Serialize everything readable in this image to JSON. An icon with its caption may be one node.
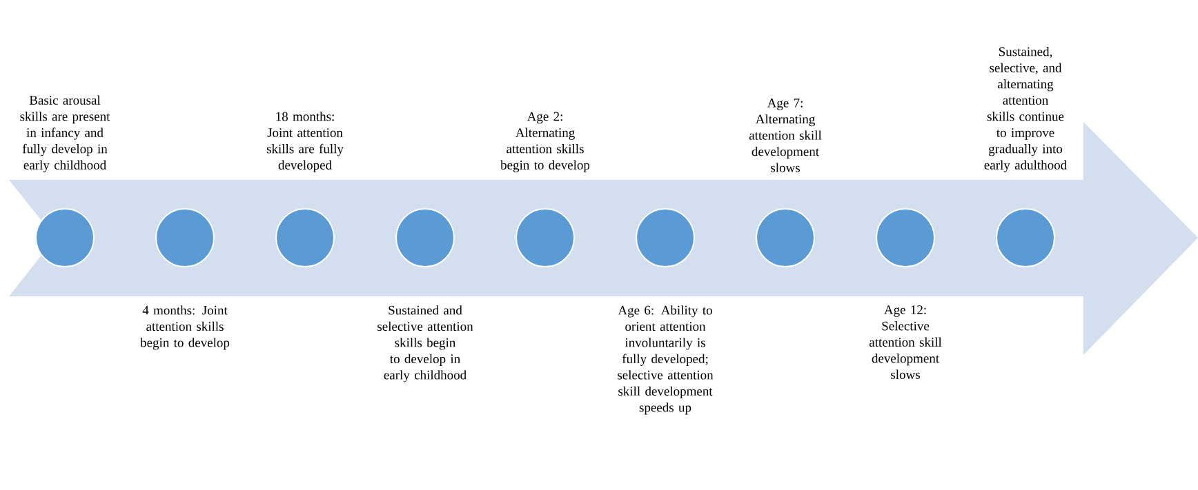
{
  "diagram": {
    "nodes": [
      {
        "text": [],
        "shape": "circle",
        "beside": [
          "Basic arousal skills are present in infancy and fully develop in early childhood"
        ]
      },
      {
        "text": [],
        "shape": "circle",
        "beside": [
          "4 months: Joint attention skills begin to develop"
        ]
      },
      {
        "text": [],
        "shape": "circle",
        "beside": [
          "18 months: Joint attention skills are fully developed"
        ]
      },
      {
        "text": [],
        "shape": "circle",
        "beside": [
          "Sustained and selective attention skills begin to develop in early childhood"
        ]
      },
      {
        "text": [],
        "shape": "circle",
        "beside": [
          "Age 2: Alternating attention skills begin to develop"
        ]
      },
      {
        "text": [],
        "shape": "circle",
        "beside": [
          "Age 6: Ability to orient attention involuntarily is fully developed; selective attention skill development speeds up"
        ]
      },
      {
        "text": [],
        "shape": "circle",
        "beside": [
          "Age 7: Alternating attention skill development slows"
        ]
      },
      {
        "text": [],
        "shape": "circle",
        "beside": [
          "Age 12: Selective attention skill development slows"
        ]
      },
      {
        "text": [],
        "shape": "circle",
        "beside": [
          "Sustained, selective, and alternating attention skills continue to improve gradually into early adulthood"
        ]
      }
    ]
  }
}
